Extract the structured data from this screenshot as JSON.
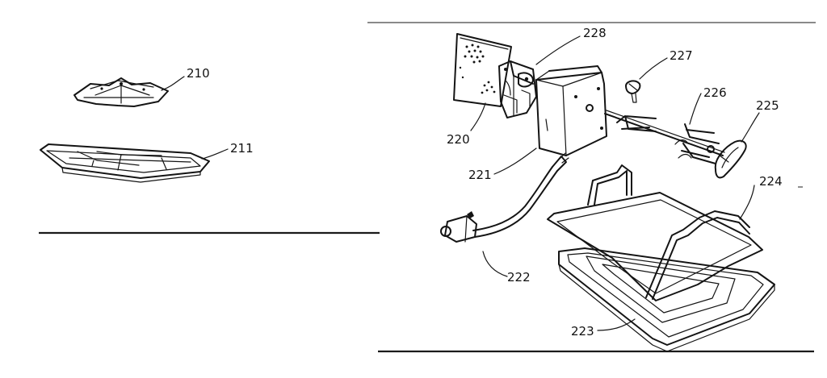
{
  "diagram": {
    "part_labels": {
      "p210": "210",
      "p211": "211",
      "p220": "220",
      "p221": "221",
      "p222": "222",
      "p223": "223",
      "p224": "224",
      "p225": "225",
      "p226": "226",
      "p227": "227",
      "p228": "228"
    }
  }
}
